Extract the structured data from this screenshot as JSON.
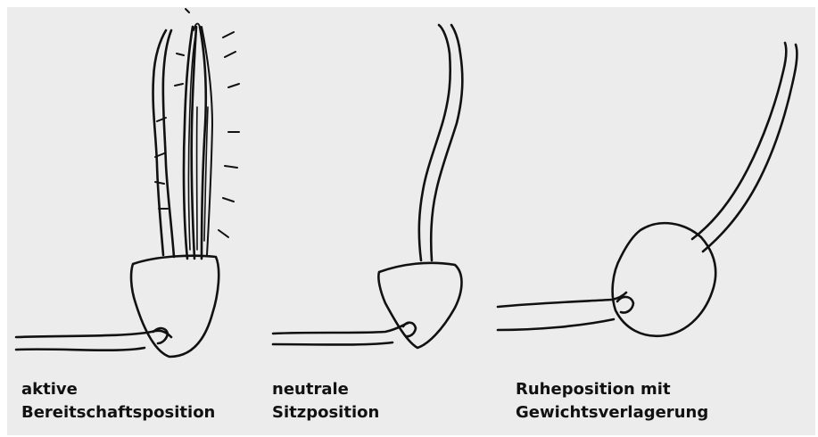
{
  "captions": [
    {
      "line1": "aktive",
      "line2": "Bereitschaftsposition"
    },
    {
      "line1": "neutrale",
      "line2": "Sitzposition"
    },
    {
      "line1": "Ruheposition mit",
      "line2": "Gewichtsverlagerung"
    }
  ],
  "colors": {
    "background": "#ececec",
    "ink": "#111111"
  }
}
